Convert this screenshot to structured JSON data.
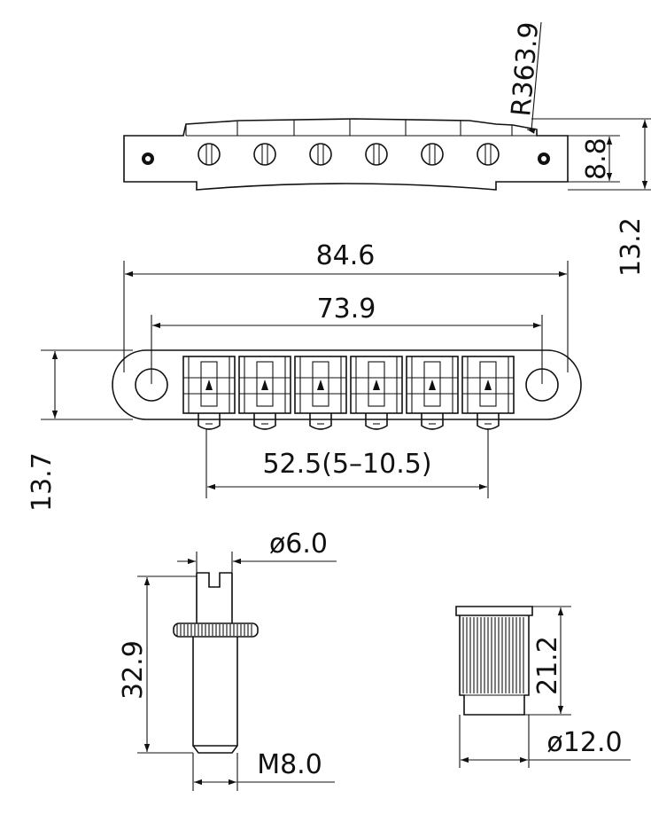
{
  "dimensions": {
    "radius": "R363.9",
    "side_height": "8.8",
    "total_height": "13.2",
    "overall_length": "84.6",
    "post_spacing": "73.9",
    "base_width": "13.7",
    "string_spacing": "52.5(5–10.5)",
    "stud_top_diameter": "ø6.0",
    "stud_length": "32.9",
    "stud_thread": "M8.0",
    "anchor_length": "21.2",
    "anchor_diameter": "ø12.0"
  },
  "saddle_count": 6,
  "colors": {
    "line": "#111111",
    "background": "#ffffff"
  }
}
